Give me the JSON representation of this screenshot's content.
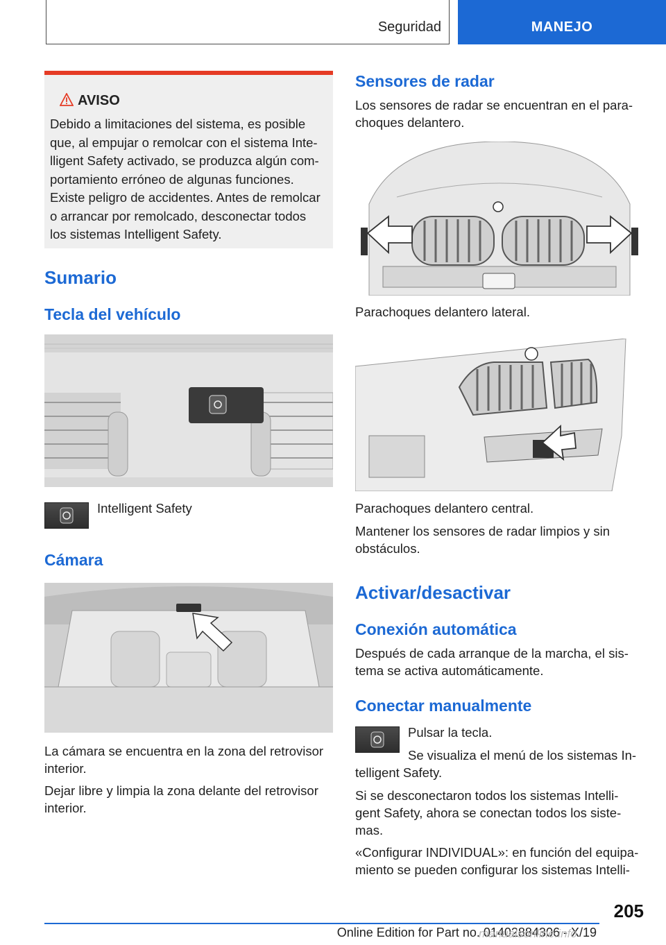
{
  "header": {
    "section": "Seguridad",
    "chapter": "MANEJO"
  },
  "warning": {
    "title": "AVISO",
    "lines": [
      "Debido a limitaciones del sistema, es posible",
      "que, al empujar o remolcar con el sistema Inte‐",
      "lligent Safety activado, se produzca algún com‐",
      "portamiento erróneo de algunas funciones.",
      "Existe peligro de accidentes. Antes de remolcar",
      "o arrancar por remolcado, desconectar todos",
      "los sistemas Intelligent Safety."
    ]
  },
  "left": {
    "heading_sumario": "Sumario",
    "heading_tecla": "Tecla del vehículo",
    "button_label": "Intelligent Safety",
    "heading_camara": "Cámara",
    "camara_p1": [
      "La cámara se encuentra en la zona del retrovisor",
      "interior."
    ],
    "camara_p2": [
      "Dejar libre y limpia la zona delante del retrovisor",
      "interior."
    ]
  },
  "right": {
    "heading_radar": "Sensores de radar",
    "radar_p1": [
      "Los sensores de radar se encuentran en el para‐",
      "choques delantero."
    ],
    "caption1": "Parachoques delantero lateral.",
    "caption2": "Parachoques delantero central.",
    "radar_p2": [
      "Mantener los sensores de radar limpios y sin",
      "obstáculos."
    ],
    "heading_activar": "Activar/desactivar",
    "heading_auto": "Conexión automática",
    "auto_p": [
      "Después de cada arranque de la marcha, el sis‐",
      "tema se activa automáticamente."
    ],
    "heading_manual": "Conectar manualmente",
    "manual_step1": "Pulsar la tecla.",
    "manual_step2": "Se visualiza el menú de los sistemas In‐",
    "manual_step2b": "telligent Safety.",
    "manual_p2": [
      "Si se desconectaron todos los sistemas Intelli‐",
      "gent Safety, ahora se conectan todos los siste‐",
      "mas."
    ],
    "manual_p3": [
      "«Configurar INDIVIDUAL»: en función del equipa‐",
      "miento se pueden configurar los sistemas Intelli‐"
    ]
  },
  "footer": {
    "page_number": "205",
    "edition": "Online Edition for Part no. 01402884306 - X/19",
    "watermark": "manualsonline.info"
  },
  "colors": {
    "accent": "#1c69d4",
    "warning_bar": "#e53b25",
    "warning_bg": "#efefef"
  },
  "icons": [
    "warning-triangle-icon",
    "intelligent-safety-icon",
    "arrow-icon"
  ]
}
